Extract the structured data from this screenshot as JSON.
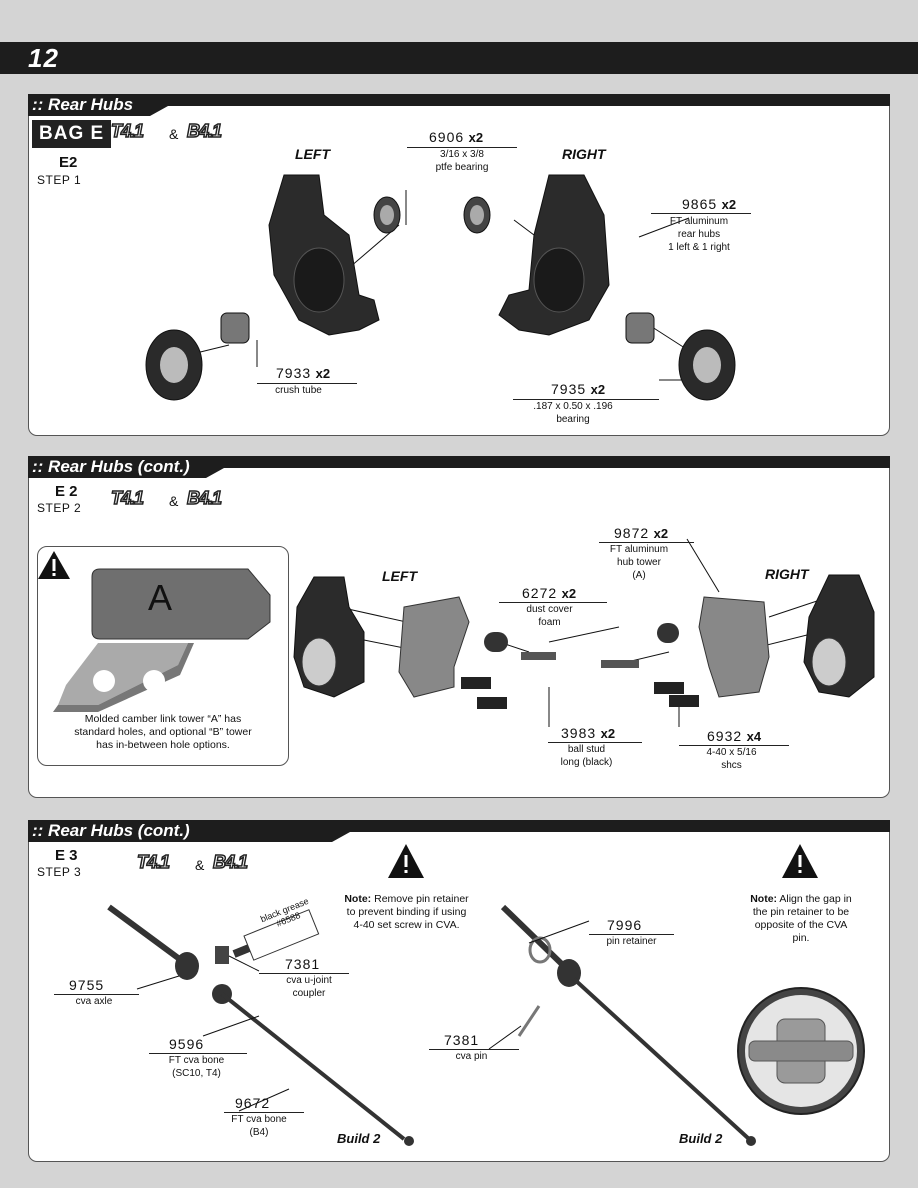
{
  "page": {
    "number": "12"
  },
  "section1": {
    "title": ":: Rear Hubs",
    "bag": "BAG E",
    "logos": [
      "T4.1",
      "B4.1"
    ],
    "amp": "&",
    "step_code": "E2",
    "step_label": "STEP 1",
    "left_label": "LEFT",
    "right_label": "RIGHT",
    "parts": [
      {
        "num": "6906",
        "qty": "x2",
        "desc1": "3/16 x 3/8",
        "desc2": "ptfe bearing",
        "desc3": ""
      },
      {
        "num": "9865",
        "qty": "x2",
        "desc1": "FT aluminum",
        "desc2": "rear hubs",
        "desc3": "1 left & 1 right"
      },
      {
        "num": "7933",
        "qty": "x2",
        "desc1": "crush tube",
        "desc2": "",
        "desc3": ""
      },
      {
        "num": "7935",
        "qty": "x2",
        "desc1": ".187 x 0.50 x .196",
        "desc2": "bearing",
        "desc3": ""
      }
    ]
  },
  "section2": {
    "title": ":: Rear Hubs (cont.)",
    "logos": [
      "T4.1",
      "B4.1"
    ],
    "amp": "&",
    "step_code": "E 2",
    "step_label": "STEP 2",
    "left_label": "LEFT",
    "right_label": "RIGHT",
    "note_letter": "A",
    "note_text1": "Molded camber link tower “A” has",
    "note_text2": "standard holes, and optional “B” tower",
    "note_text3": "has in-between hole options.",
    "parts": [
      {
        "num": "9872",
        "qty": "x2",
        "desc1": "FT aluminum",
        "desc2": "hub tower",
        "desc3": "(A)"
      },
      {
        "num": "6272",
        "qty": "x2",
        "desc1": "dust cover",
        "desc2": "foam",
        "desc3": ""
      },
      {
        "num": "3983",
        "qty": "x2",
        "desc1": "ball stud",
        "desc2": "long (black)",
        "desc3": ""
      },
      {
        "num": "6932",
        "qty": "x4",
        "desc1": "4-40 x 5/16",
        "desc2": "shcs",
        "desc3": ""
      }
    ]
  },
  "section3": {
    "title": ":: Rear Hubs (cont.)",
    "logos": [
      "T4.1",
      "B4.1"
    ],
    "amp": "&",
    "step_code": "E 3",
    "step_label": "STEP 3",
    "grease1": "black grease",
    "grease2": "#6588",
    "note1_bold": "Note:",
    "note1_line1": " Remove pin retainer",
    "note1_line2": "to prevent binding if using",
    "note1_line3": "4-40 set screw in CVA.",
    "note2_bold": "Note:",
    "note2_line1": " Align the gap in",
    "note2_line2": "the pin retainer to be",
    "note2_line3": "opposite of the CVA",
    "note2_line4": "pin.",
    "build_label": "Build 2",
    "parts": [
      {
        "num": "9755",
        "desc1": "cva axle",
        "desc2": ""
      },
      {
        "num": "7381",
        "desc1": "cva u-joint",
        "desc2": "coupler"
      },
      {
        "num": "9596",
        "desc1": "FT cva bone",
        "desc2": "(SC10, T4)"
      },
      {
        "num": "9672",
        "desc1": "FT cva bone",
        "desc2": "(B4)"
      },
      {
        "num": "7996",
        "desc1": "pin retainer",
        "desc2": ""
      },
      {
        "num": "7381",
        "desc1": "cva pin",
        "desc2": ""
      }
    ]
  }
}
